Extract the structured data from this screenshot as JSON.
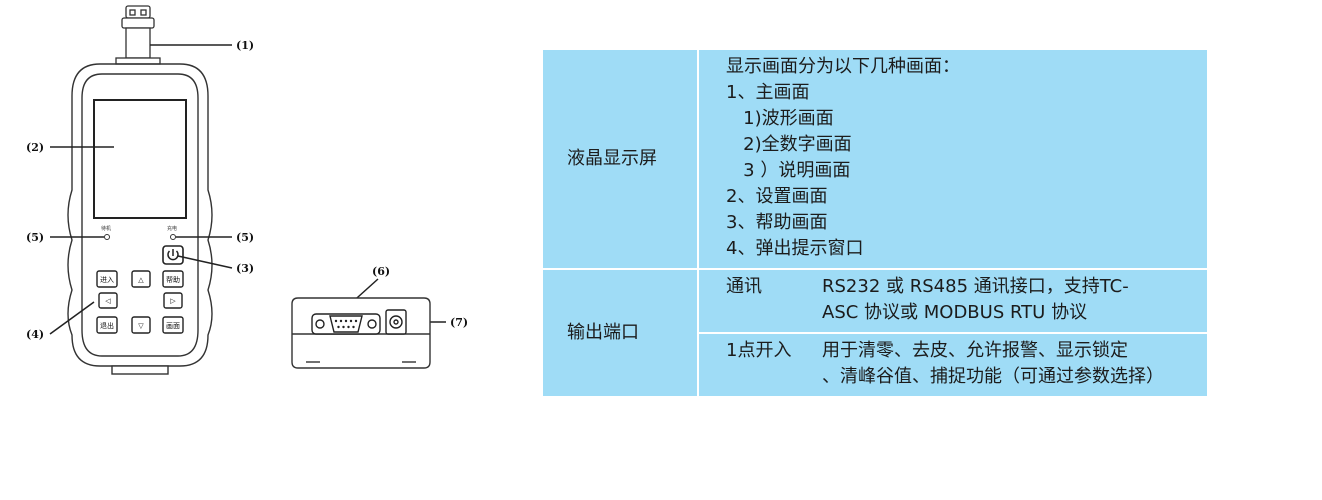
{
  "diagram": {
    "callouts": [
      "(1)",
      "(2)",
      "(3)",
      "(4)",
      "(5)",
      "(5)",
      "(6)",
      "(7)"
    ],
    "buttons": {
      "enter": "进入",
      "up": "△",
      "help": "帮助",
      "left": "◁",
      "right": "▷",
      "exit": "退出",
      "down": "▽",
      "screen": "画面"
    },
    "indicators": {
      "left_label": "待机",
      "right_label": "充电"
    },
    "icons": [
      "power-icon"
    ]
  },
  "table": {
    "rows": [
      {
        "category": "液晶显示屏",
        "lines": [
          "显示画面分为以下几种画面：",
          "1、主画面",
          "   1)波形画面",
          "   2)全数字画面",
          "   3 ）说明画面",
          "2、设置画面",
          "3、帮助画面",
          "4、弹出提示窗口"
        ]
      },
      {
        "category": "输出端口",
        "subrows": [
          {
            "label": "通讯",
            "text": "RS232 或 RS485 通讯接口，支持TC-\nASC 协议或 MODBUS RTU 协议"
          },
          {
            "label": "1点开入",
            "text": "用于清零、去皮、允许报警、显示锁定\n、清峰谷值、捕捉功能（可通过参数选择）"
          }
        ]
      }
    ]
  }
}
